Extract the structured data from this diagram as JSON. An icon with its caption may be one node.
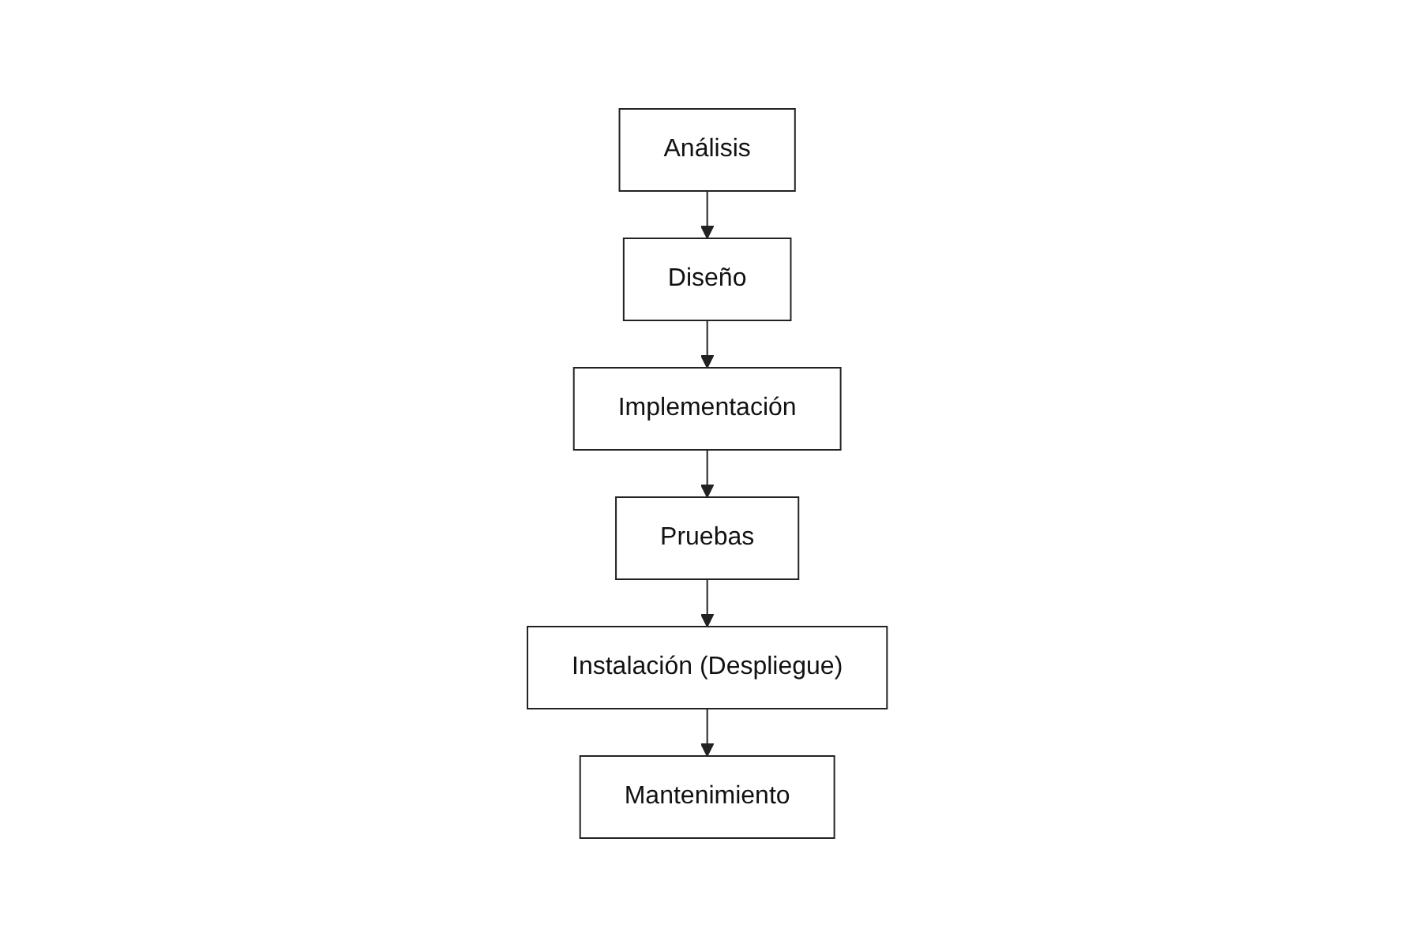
{
  "diagram": {
    "nodes": [
      {
        "text": [
          "Análisis"
        ]
      },
      {
        "text": [
          "Diseño"
        ]
      },
      {
        "text": [
          "Implementación"
        ]
      },
      {
        "text": [
          "Pruebas"
        ]
      },
      {
        "text": [
          "Instalación (Despliegue)"
        ]
      },
      {
        "text": [
          "Mantenimiento"
        ]
      }
    ],
    "edges": [
      {
        "from": 0,
        "to": 1,
        "arrow": "to"
      },
      {
        "from": 1,
        "to": 2,
        "arrow": "to"
      },
      {
        "from": 2,
        "to": 3,
        "arrow": "to"
      },
      {
        "from": 3,
        "to": 4,
        "arrow": "to"
      },
      {
        "from": 4,
        "to": 5,
        "arrow": "to"
      }
    ]
  }
}
